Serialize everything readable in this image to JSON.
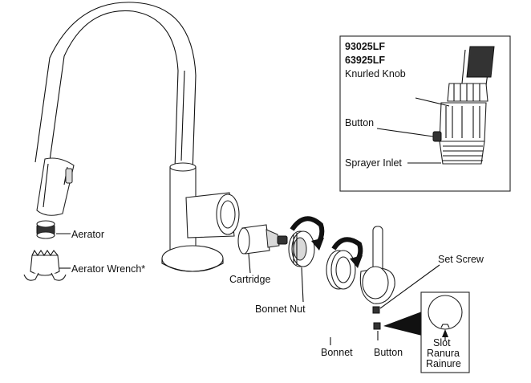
{
  "labels": {
    "aerator": "Aerator",
    "aerator_wrench": "Aerator Wrench*",
    "cartridge": "Cartridge",
    "bonnet_nut": "Bonnet Nut",
    "bonnet": "Bonnet",
    "button": "Button",
    "set_screw": "Set Screw"
  },
  "inset_spray": {
    "model1": "93025LF",
    "model2": "63925LF",
    "knurled_knob": "Knurled Knob",
    "button": "Button",
    "sprayer_inlet": "Sprayer Inlet"
  },
  "inset_slot": {
    "slot": "Slot",
    "ranura": "Ranura",
    "rainure": "Rainure"
  },
  "colors": {
    "line": "#111111",
    "background": "#ffffff"
  }
}
